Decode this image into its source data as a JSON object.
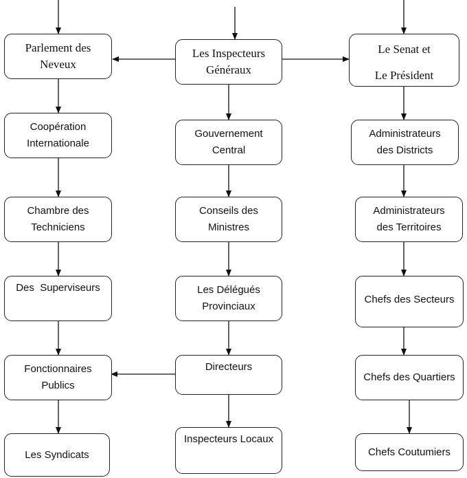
{
  "diagram": {
    "left_column": [
      {
        "lines": [
          "Parlement des",
          "Neveux"
        ]
      },
      {
        "lines": [
          "Coopération",
          "Internationale"
        ]
      },
      {
        "lines": [
          "Chambre des",
          "Techniciens"
        ]
      },
      {
        "lines": [
          "Des  Superviseurs"
        ]
      },
      {
        "lines": [
          "Fonctionnaires",
          "Publics"
        ]
      },
      {
        "lines": [
          "Les Syndicats"
        ]
      }
    ],
    "center_column": [
      {
        "lines": [
          "Les Inspecteurs",
          "Généraux"
        ]
      },
      {
        "lines": [
          "Gouvernement",
          "Central"
        ]
      },
      {
        "lines": [
          "Conseils des",
          "Ministres"
        ]
      },
      {
        "lines": [
          "Les Délégués",
          "Provinciaux"
        ]
      },
      {
        "lines": [
          "Directeurs"
        ]
      },
      {
        "lines": [
          "Inspecteurs Locaux"
        ]
      }
    ],
    "right_column": [
      {
        "lines": [
          "Le Senat et",
          "Le Président"
        ]
      },
      {
        "lines": [
          "Administrateurs",
          "des Districts"
        ]
      },
      {
        "lines": [
          "Administrateurs",
          "des Territoires"
        ]
      },
      {
        "lines": [
          "Chefs des Secteurs"
        ]
      },
      {
        "lines": [
          "Chefs des Quartiers"
        ]
      },
      {
        "lines": [
          "Chefs Coutumiers"
        ]
      }
    ]
  }
}
